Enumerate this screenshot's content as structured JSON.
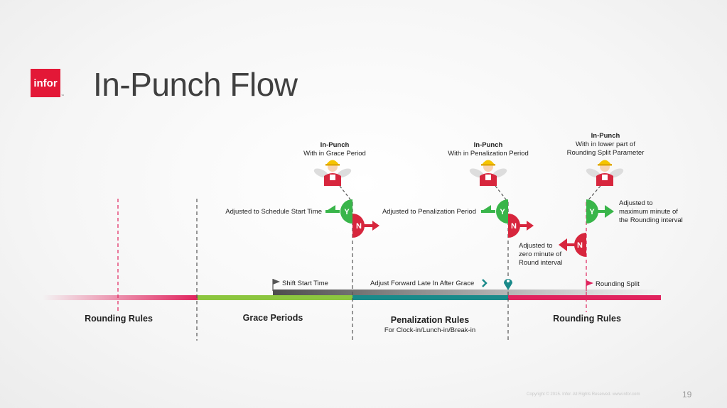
{
  "logo": {
    "text": "infor",
    "tm": "™"
  },
  "title": "In-Punch Flow",
  "punches": [
    {
      "lines": [
        "In-Punch",
        "With in Grace Period"
      ]
    },
    {
      "lines": [
        "In-Punch",
        "With in Penalization Period"
      ]
    },
    {
      "lines": [
        "In-Punch",
        "With in lower part of",
        "Rounding Split Parameter"
      ]
    }
  ],
  "decisions": {
    "yes": "Y",
    "no": "N",
    "grace_yes": "Adjusted to Schedule Start Time",
    "penalty_yes": "Adjusted to Penalization Period",
    "penalty_no": [
      "Adjusted to",
      "zero minute of",
      "Round interval"
    ],
    "rounding_yes": [
      "Adjusted to",
      "maximum minute of",
      "the Rounding interval"
    ]
  },
  "markers": {
    "shift_start": "Shift Start Time",
    "adjust_forward": "Adjust Forward Late In After Grace",
    "rounding_split": "Rounding Split"
  },
  "sections": {
    "rounding_left": "Rounding Rules",
    "grace": "Grace Periods",
    "penalization": "Penalization Rules",
    "penalization_sub": "For Clock-in/Lunch-in/Break-in",
    "rounding_right": "Rounding Rules"
  },
  "colors": {
    "red": "#e0245e",
    "green": "#8cc63f",
    "teal": "#1a8a8a",
    "dark_bar": "#4d4d4d",
    "yes_green": "#39b54a",
    "no_red": "#d7263d"
  },
  "footer": {
    "copyright": "Copyright © 2015. Infor. All Rights Reserved. www.infor.com",
    "page": "19"
  }
}
